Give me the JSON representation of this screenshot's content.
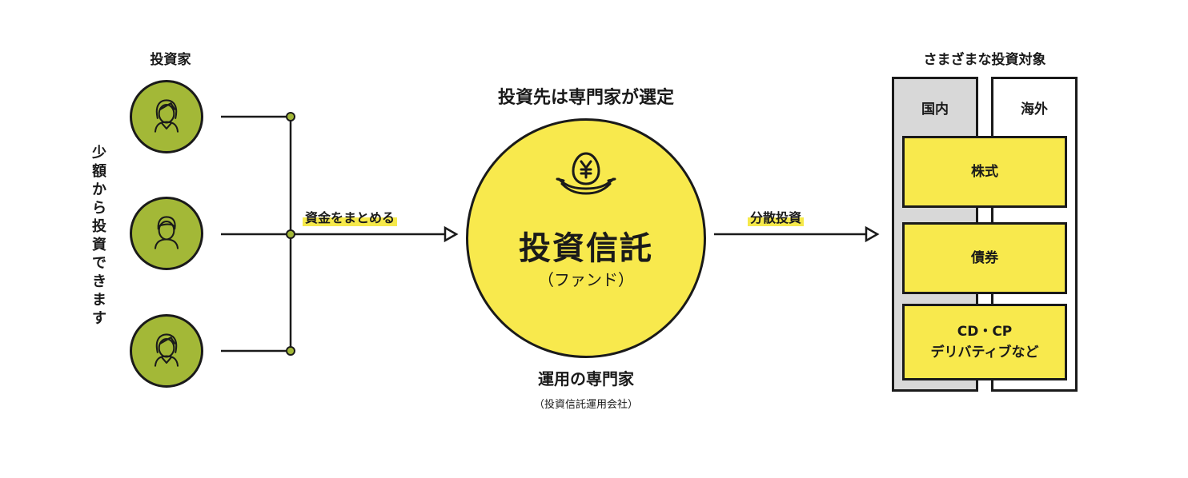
{
  "investors": {
    "title": "投資家",
    "note_chars": [
      "少",
      "額",
      "か",
      "ら",
      "投",
      "資",
      "で",
      "き",
      "ま",
      "す"
    ]
  },
  "flow_in_label": "資金をまとめる",
  "fund": {
    "caption": "投資先は専門家が選定",
    "name": "投資信託",
    "sub": "（ファンド）",
    "icon": "yen-egg-nest-icon"
  },
  "manager": {
    "title": "運用の専門家",
    "sub": "（投資信託運用会社）"
  },
  "flow_out_label": "分散投資",
  "targets": {
    "title": "さまざまな投資対象",
    "domestic": "国内",
    "overseas": "海外",
    "assets": [
      {
        "line1": "株式",
        "line2": ""
      },
      {
        "line1": "債券",
        "line2": ""
      },
      {
        "line1": "CD・CP",
        "line2": "デリバティブなど"
      }
    ]
  },
  "colors": {
    "avatar_green": "#a3b837",
    "fund_yellow": "#f8e94d",
    "domestic_gray": "#d8d8d8",
    "line": "#1a1a1a"
  }
}
